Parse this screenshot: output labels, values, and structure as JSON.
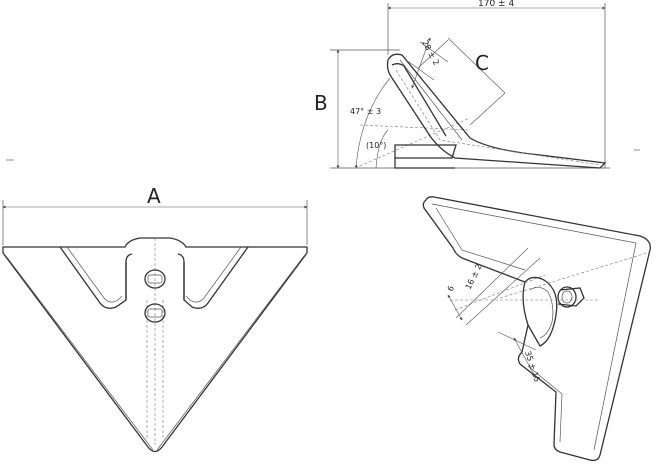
{
  "labels": {
    "a": "A",
    "b": "B",
    "c": "C",
    "width_170": "170 ± 4",
    "dim_28": "28 ± 2",
    "angle_47": "47° ± 3",
    "angle_10": "(10°)",
    "dim_6": "6",
    "dim_16": "16 ± 2",
    "dim_35": "35 ± 15"
  }
}
